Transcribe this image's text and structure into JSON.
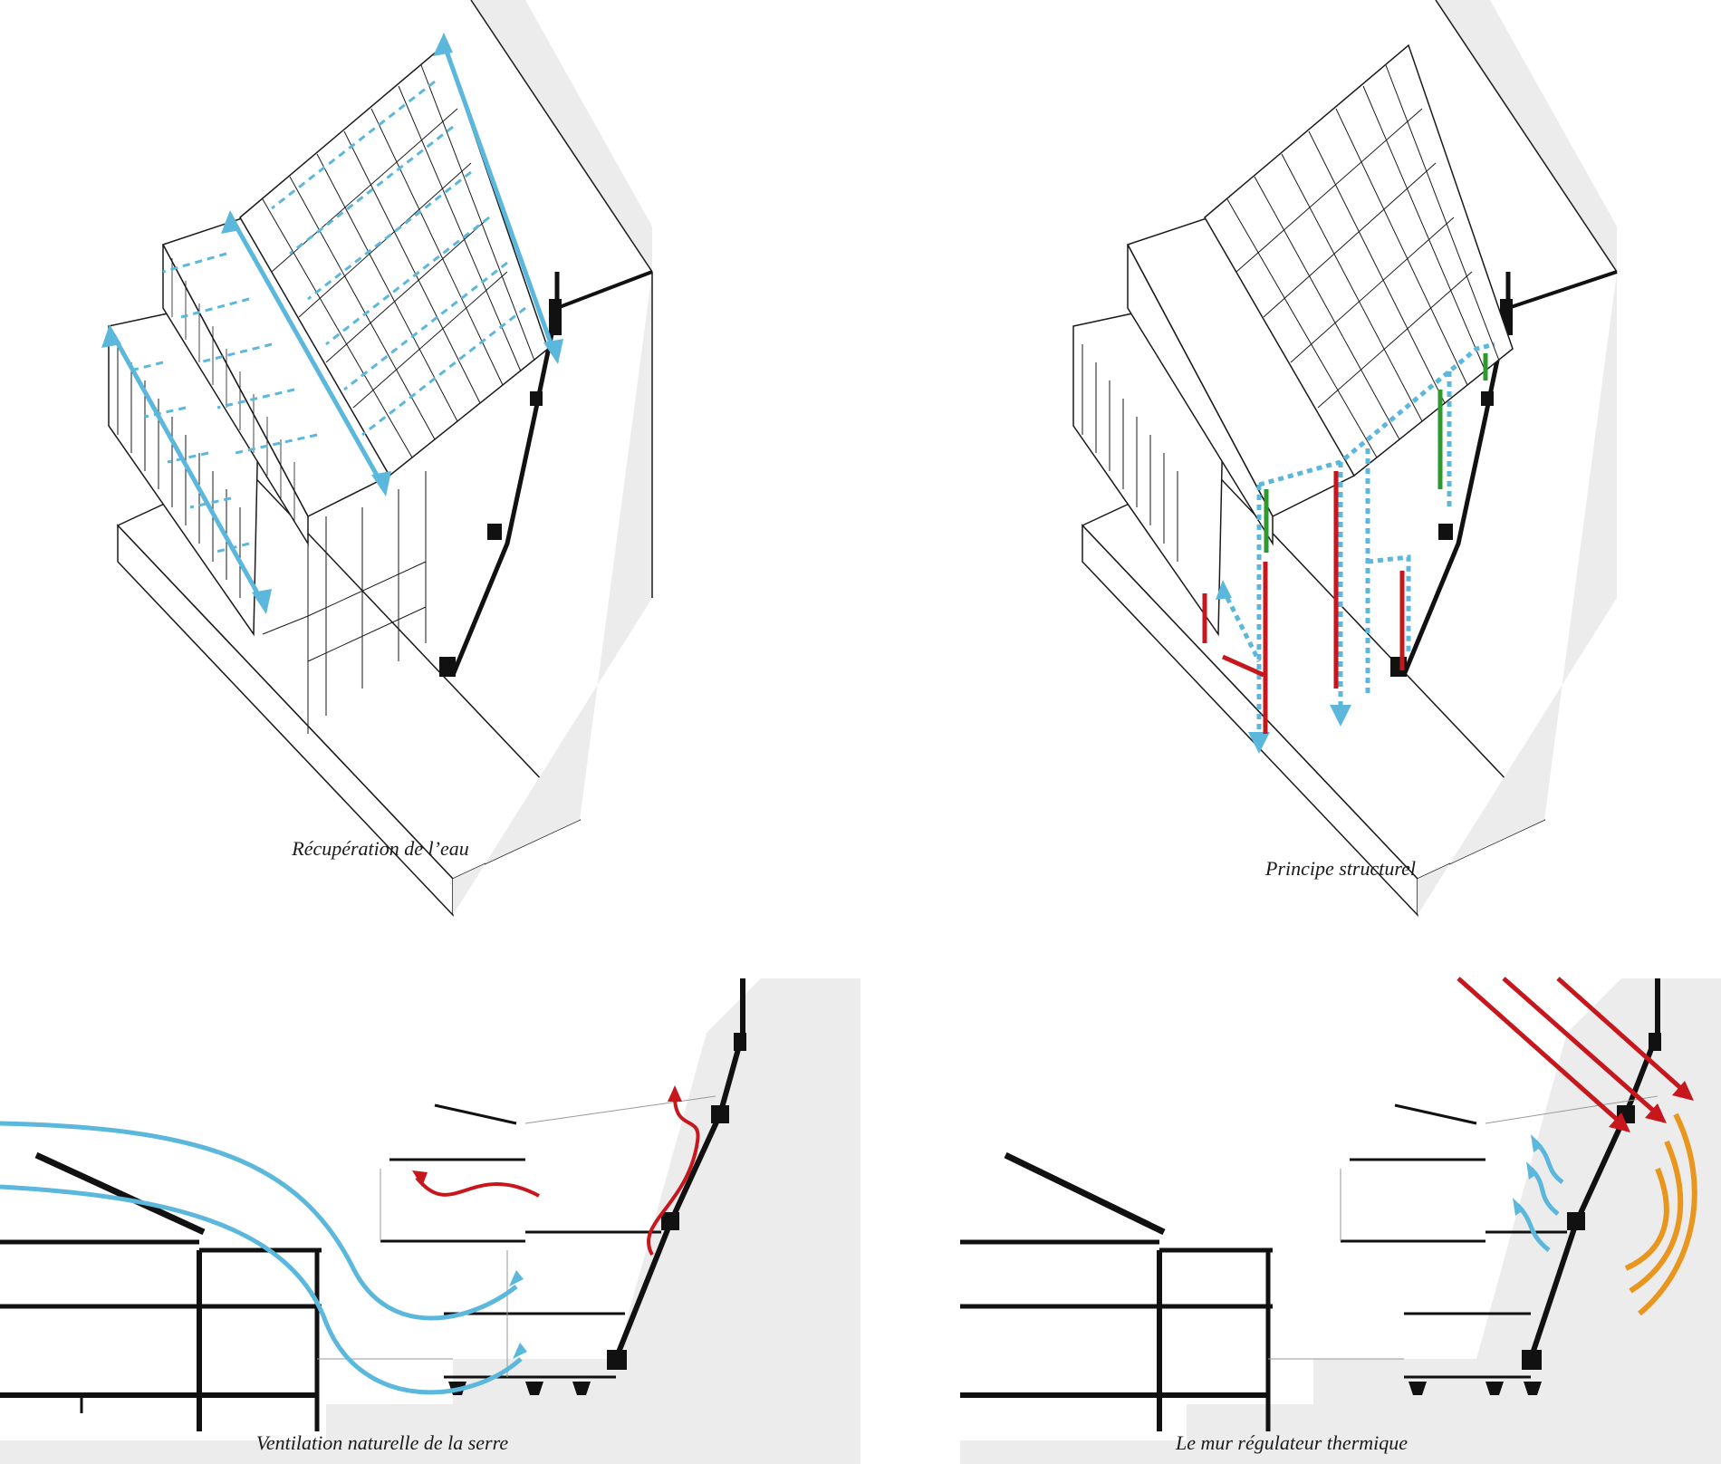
{
  "panels": {
    "water": {
      "caption": "Récupération de l’eau"
    },
    "structure": {
      "caption": "Principe structurel"
    },
    "ventilation": {
      "caption": "Ventilation naturelle de la serre"
    },
    "thermal": {
      "caption": "Le mur régulateur thermique"
    }
  },
  "colors": {
    "water_arrow": "#5bb8dc",
    "structure_red": "#c8161d",
    "structure_green": "#2e9a2e",
    "structure_dashed": "#5bb8dc",
    "warm_air": "#c8161d",
    "cool_air": "#5bb8dc",
    "heat_radiation": "#e8961e",
    "solar_rays": "#c8161d",
    "ground": "#ececec",
    "lines": "#1a1a1a"
  }
}
